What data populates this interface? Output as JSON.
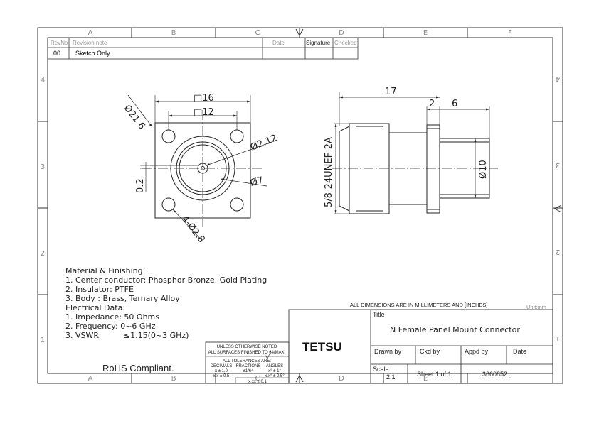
{
  "frame": {
    "cols": [
      "A",
      "B",
      "C",
      "D",
      "E",
      "F"
    ],
    "rows": [
      "4",
      "3",
      "2",
      "1"
    ]
  },
  "revision_table": {
    "headers": {
      "rev": "RevNo",
      "note": "Revision note",
      "date": "Date",
      "signature": "Signature",
      "checked": "Checked"
    },
    "row": {
      "rev": "00",
      "note": "Sketch Only"
    }
  },
  "front_view": {
    "outer_dia": "Ø21.6",
    "square_outer": "□16",
    "square_inner": "□12",
    "center_dia": "Ø2.12",
    "dielectric_dia": "Ø7",
    "offset": "0.2",
    "holes": "4-Ø2.8"
  },
  "side_view": {
    "total_length": "17",
    "flange_thickness": "2",
    "rear_length": "6",
    "rear_dia": "Ø10",
    "thread": "5/8-24UNEF-2A"
  },
  "notes": {
    "lines": [
      "Material & Finishing:",
      "1. Center conductor: Phosphor Bronze, Gold Plating",
      "2. Insulator: PTFE",
      "3. Body : Brass, Ternary Alloy",
      "Electrical Data:",
      "1. Impedance: 50 Ohms",
      "2. Frequency: 0~6 GHz",
      "3. VSWR:         ≤1.15(0~3 GHz)"
    ],
    "rohs": "RoHS Compliant."
  },
  "title_block": {
    "dims_note": "ALL DIMENSIONS ARE IN MILLIMETERS AND [INCHES]",
    "unit": "Unit:mm",
    "title_label": "Title",
    "title": "N Female Panel Mount Connector",
    "logo": "TETSU",
    "drawn_by": "Drawn by",
    "ckd_by": "Ckd by",
    "appd_by": "Appd by",
    "date": "Date",
    "scale_label": "Scale",
    "scale": "2:1",
    "sheet": "Sheet 1 of 1",
    "doc_no": "3660852"
  },
  "tolerance": {
    "line1": "UNLESS OTHERWISE NOTED",
    "line2": "ALL SURFACES FINISHED TO 64/MAX.",
    "line3": "ALL TOLERANCES ARE:",
    "h_dec": "DECIMALS",
    "h_frac": "FRACTIONS",
    "h_ang": "ANGLES",
    "dec1": "x ± 1.0",
    "dec2": "x.x ± 0.5",
    "frac": "±1/64",
    "ang1": "x° ± 1°",
    "ang2": "x.x° ± 0.5°",
    "dec3": "x.xx ± 0.1"
  }
}
